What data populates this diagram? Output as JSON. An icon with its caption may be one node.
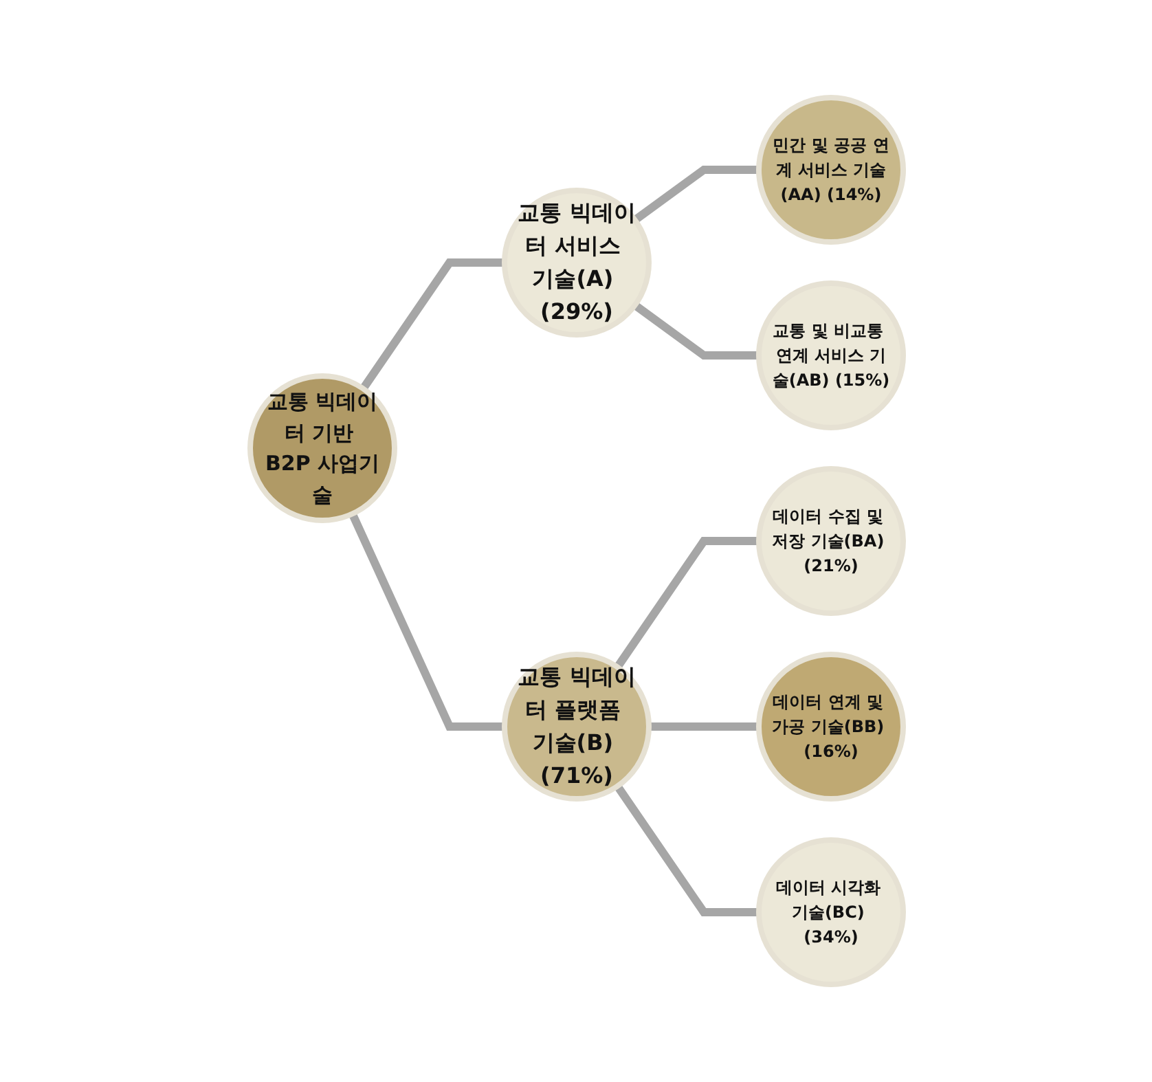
{
  "diagram": {
    "nodes": [
      {
        "text": [
          "교통 빅데이터 기반 B2P 사업기술"
        ]
      },
      {
        "text": [
          "교통 빅데이터 서비스 기술(A) (29%)"
        ]
      },
      {
        "text": [
          "교통 빅데이터 플랫폼 기술(B) (71%)"
        ]
      },
      {
        "text": [
          "민간 및 공공 연계 서비스 기술(AA) (14%)"
        ]
      },
      {
        "text": [
          "교통 및 비교통 연계 서비스 기술(AB) (15%)"
        ]
      },
      {
        "text": [
          "데이터 수집 및 저장 기술(BA) (21%)"
        ]
      },
      {
        "text": [
          "데이터 연계 및 가공 기술(BB) (16%)"
        ]
      },
      {
        "text": [
          "데이터 시각화 기술(BC) (34%)"
        ]
      }
    ],
    "edges": [
      {
        "from": 0,
        "to": 1,
        "arrow": "none"
      },
      {
        "from": 0,
        "to": 2,
        "arrow": "none"
      },
      {
        "from": 1,
        "to": 3,
        "arrow": "none"
      },
      {
        "from": 1,
        "to": 4,
        "arrow": "none"
      },
      {
        "from": 2,
        "to": 5,
        "arrow": "none"
      },
      {
        "from": 2,
        "to": 6,
        "arrow": "none"
      },
      {
        "from": 2,
        "to": 7,
        "arrow": "none"
      }
    ]
  }
}
